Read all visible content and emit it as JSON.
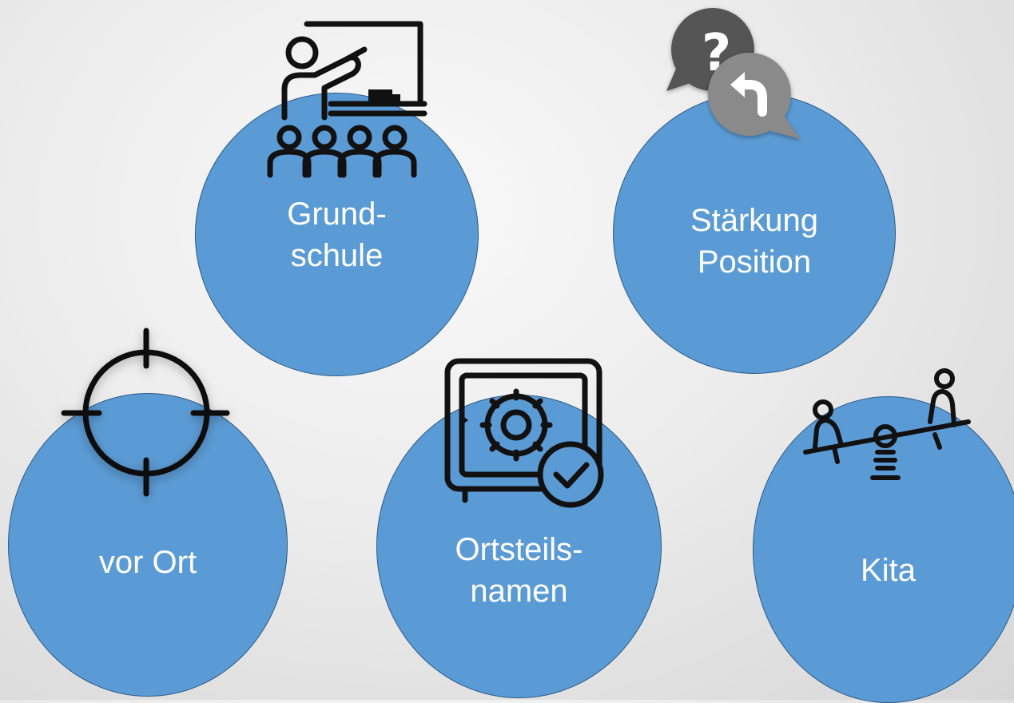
{
  "colors": {
    "circle_fill": "#5b9bd5",
    "circle_border": "#2c5a86",
    "label_text": "#ffffff",
    "icon_black": "#111111",
    "bubble_gray": "#8a8a8a",
    "bubble_dark": "#555555"
  },
  "nodes": [
    {
      "id": "grundschule",
      "line1": "Grund-",
      "line2": "schule",
      "icon": "teacher-classroom-icon"
    },
    {
      "id": "staerkung",
      "line1": "Stärkung",
      "line2": "Position",
      "icon": "question-reply-bubbles-icon"
    },
    {
      "id": "vorort",
      "line1": "vor Ort",
      "line2": "",
      "icon": "crosshair-target-icon"
    },
    {
      "id": "ortsteil",
      "line1": "Ortsteils-",
      "line2": "namen",
      "icon": "safe-checkmark-icon"
    },
    {
      "id": "kita",
      "line1": "Kita",
      "line2": "",
      "icon": "seesaw-children-icon"
    }
  ]
}
